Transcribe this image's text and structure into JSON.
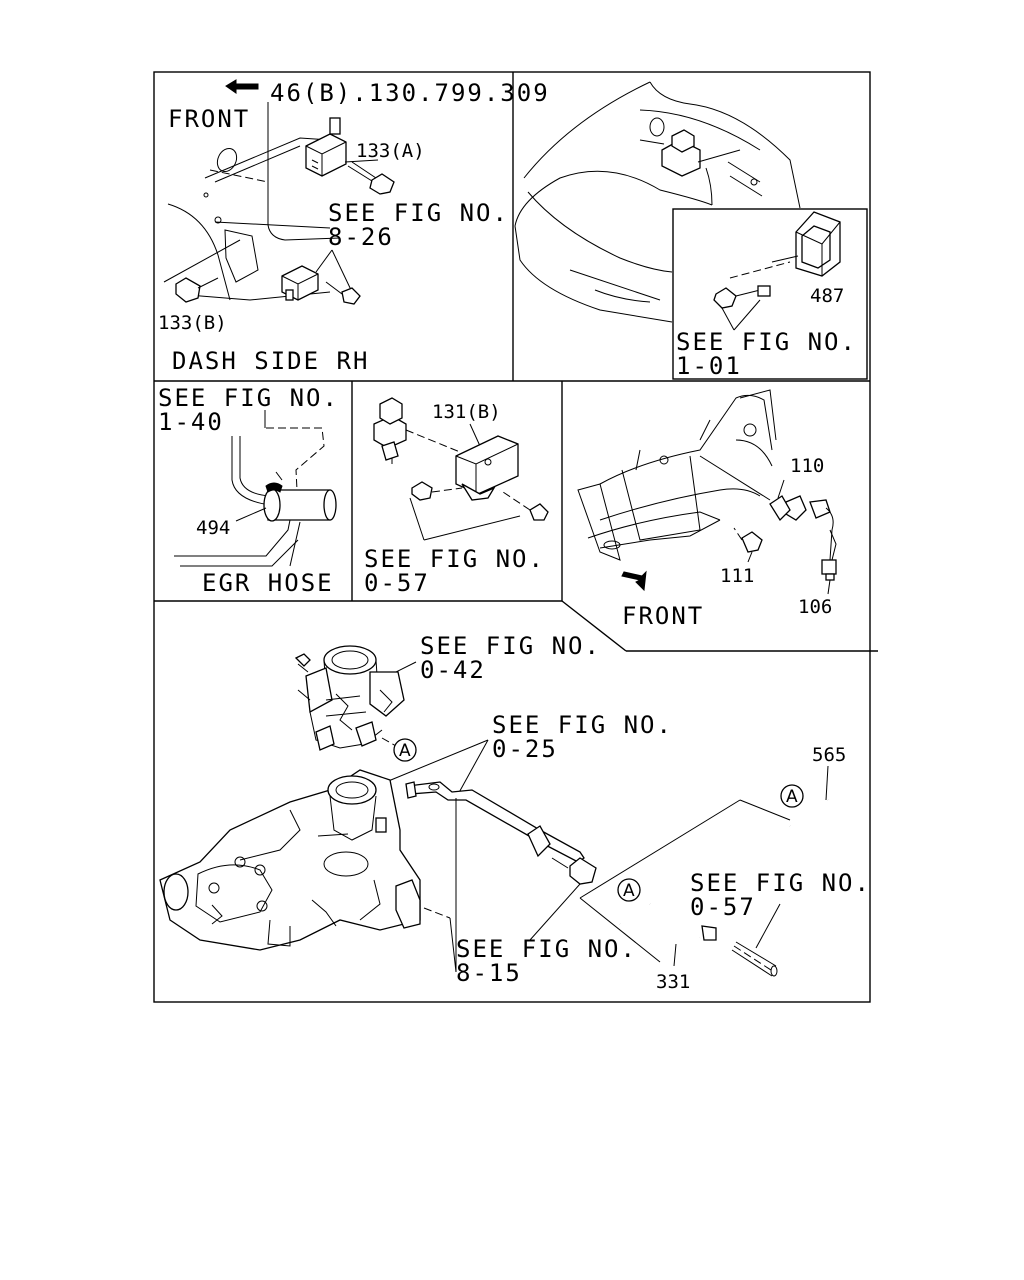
{
  "panels": {
    "dash_side": {
      "front_label": "FRONT",
      "parts_ref": "46(B).130.799.309",
      "part_133a": "133(A)",
      "part_133b": "133(B)",
      "see_fig_1": "SEE FIG NO.",
      "see_fig_2": "8-26",
      "caption": "DASH SIDE RH"
    },
    "hood": {
      "part_487": "487",
      "see_fig_1": "SEE FIG NO.",
      "see_fig_2": "1-01"
    },
    "egr": {
      "see_fig_1": "SEE FIG NO.",
      "see_fig_2": "1-40",
      "part_494": "494",
      "caption": "EGR HOSE"
    },
    "vsv": {
      "part_131b": "131(B)",
      "see_fig_1": "SEE FIG NO.",
      "see_fig_2": "0-57"
    },
    "rear": {
      "part_110": "110",
      "part_111": "111",
      "part_106": "106",
      "front_label": "FRONT"
    },
    "engine": {
      "see_fig_042_1": "SEE FIG NO.",
      "see_fig_042_2": "0-42",
      "see_fig_025_1": "SEE FIG NO.",
      "see_fig_025_2": "0-25",
      "part_565": "565",
      "see_fig_057_1": "SEE FIG NO.",
      "see_fig_057_2": "0-57",
      "see_fig_815_1": "SEE FIG NO.",
      "see_fig_815_2": "8-15",
      "part_331": "331",
      "marker_a": "A"
    }
  }
}
